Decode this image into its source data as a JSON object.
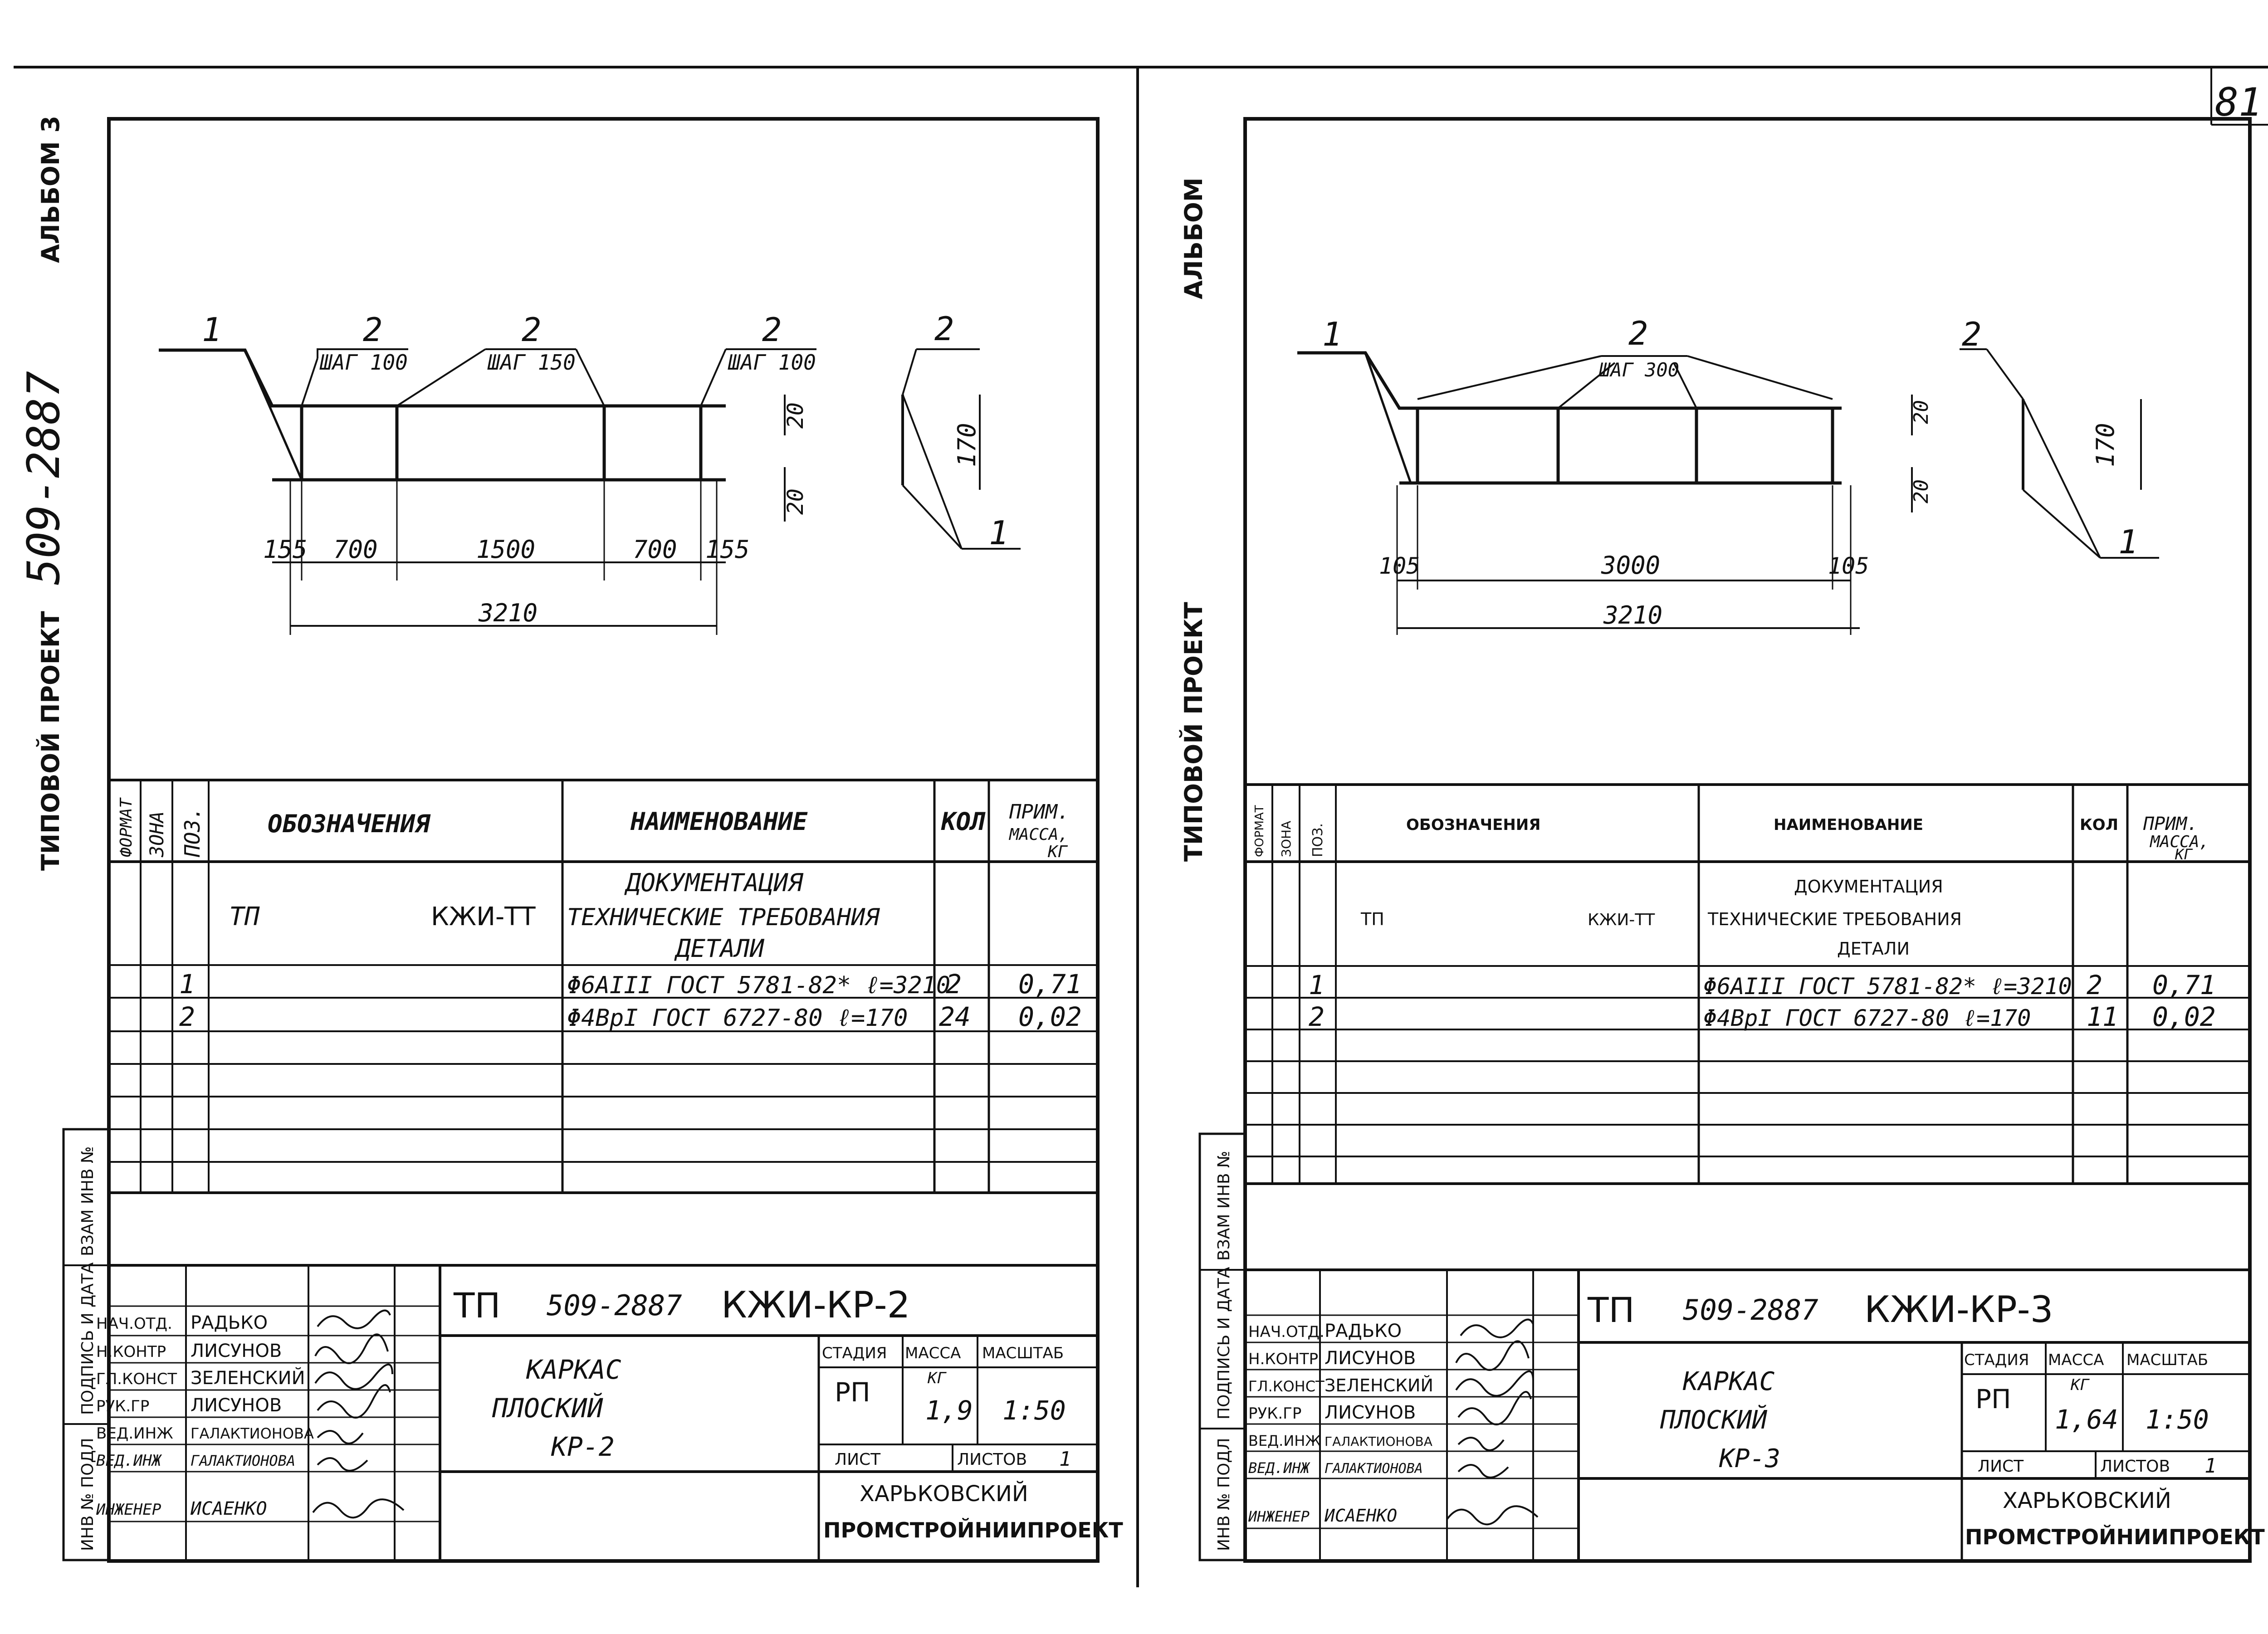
{
  "page_number": "81",
  "album_side_left": "АЛЬБОМ 3",
  "album_side_right": "АЛЬБОМ",
  "series_code_side": "509-2887",
  "project_type_side": "ТИПОВОЙ ПРОЕКТ",
  "stamp_side_labels": [
    "ВЗАМ ИНВ №",
    "ПОДПИСЬ И ДАТА",
    "ИНВ № ПОДЛ"
  ],
  "spec_headers": {
    "format": "ФОРМАТ",
    "zone": "ЗОНА",
    "pos": "ПОЗ.",
    "designation": "ОБОЗНАЧЕНИЯ",
    "name": "НАИМЕНОВАНИЕ",
    "qty": "КОЛ",
    "note_line1": "ПРИМ.",
    "note_line2": "МАССА,",
    "note_line3": "КГ"
  },
  "title_block_common": {
    "series": "509-2887",
    "tp": "ТП",
    "stage_label": "СТАДИЯ",
    "mass_label": "МАССА",
    "mass_unit": "КГ",
    "scale_label": "МАСШТАБ",
    "stage": "РП",
    "scale": "1:50",
    "sheet_label": "ЛИСТ",
    "sheets_label": "ЛИСТОВ",
    "sheets_count": "1",
    "org_line1": "ХАРЬКОВСКИЙ",
    "org_line2": "ПРОМСТРОЙНИИПРОЕКТ",
    "roles": [
      {
        "role": "НАЧ.ОТД.",
        "name": "РАДЬКО"
      },
      {
        "role": "Н.КОНТР",
        "name": "ЛИСУНОВ"
      },
      {
        "role": "ГЛ.КОНСТ",
        "name": "ЗЕЛЕНСКИЙ"
      },
      {
        "role": "РУК.ГР",
        "name": "ЛИСУНОВ"
      },
      {
        "role": "ВЕД.ИНЖ",
        "name": "ГАЛАКТИОНОВА"
      },
      {
        "role": "ВЕД.ИНЖ",
        "name": "ГАЛАКТИОНОВА"
      },
      {
        "role": "ИНЖЕНЕР",
        "name": "ИСАЕНКО"
      }
    ]
  },
  "sheets": [
    {
      "code": "КЖИ-КР-2",
      "title_lines": [
        "КАРКАС",
        "ПЛОСКИЙ",
        "КР-2"
      ],
      "mass": "1,9",
      "doc_section": "ДОКУМЕНТАЦИЯ",
      "tp_ref": "ТП",
      "tt_ref": "КЖИ-ТТ",
      "tt_name": "ТЕХНИЧЕСКИЕ ТРЕБОВАНИЯ",
      "details_section": "ДЕТАЛИ",
      "rows": [
        {
          "pos": "1",
          "name": "Φ6AIII ГОСТ 5781-82* ℓ=3210",
          "qty": "2",
          "mass": "0,71"
        },
        {
          "pos": "2",
          "name": "Φ4BpI ГОСТ 6727-80 ℓ=170",
          "qty": "24",
          "mass": "0,02"
        }
      ],
      "drawing": {
        "pos_labels": [
          "1",
          "2",
          "2",
          "2",
          "2",
          "1"
        ],
        "pitch_labels": [
          "ШАГ 100",
          "ШАГ 150",
          "ШАГ 100"
        ],
        "dims": [
          "155",
          "700",
          "1500",
          "700",
          "155",
          "3210",
          "20",
          "20",
          "170"
        ]
      }
    },
    {
      "code": "КЖИ-КР-3",
      "title_lines": [
        "КАРКАС",
        "ПЛОСКИЙ",
        "КР-3"
      ],
      "mass": "1,64",
      "doc_section": "ДОКУМЕНТАЦИЯ",
      "tp_ref": "ТП",
      "tt_ref": "КЖИ-ТТ",
      "tt_name": "ТЕХНИЧЕСКИЕ ТРЕБОВАНИЯ",
      "details_section": "ДЕТАЛИ",
      "rows": [
        {
          "pos": "1",
          "name": "Φ6AIII ГОСТ 5781-82* ℓ=3210",
          "qty": "2",
          "mass": "0,71"
        },
        {
          "pos": "2",
          "name": "Φ4BpI ГОСТ 6727-80 ℓ=170",
          "qty": "11",
          "mass": "0,02"
        }
      ],
      "drawing": {
        "pos_labels": [
          "1",
          "2",
          "2",
          "1"
        ],
        "pitch_labels": [
          "ШАГ 300"
        ],
        "dims": [
          "105",
          "3000",
          "105",
          "3210",
          "20",
          "20",
          "170"
        ]
      }
    }
  ]
}
